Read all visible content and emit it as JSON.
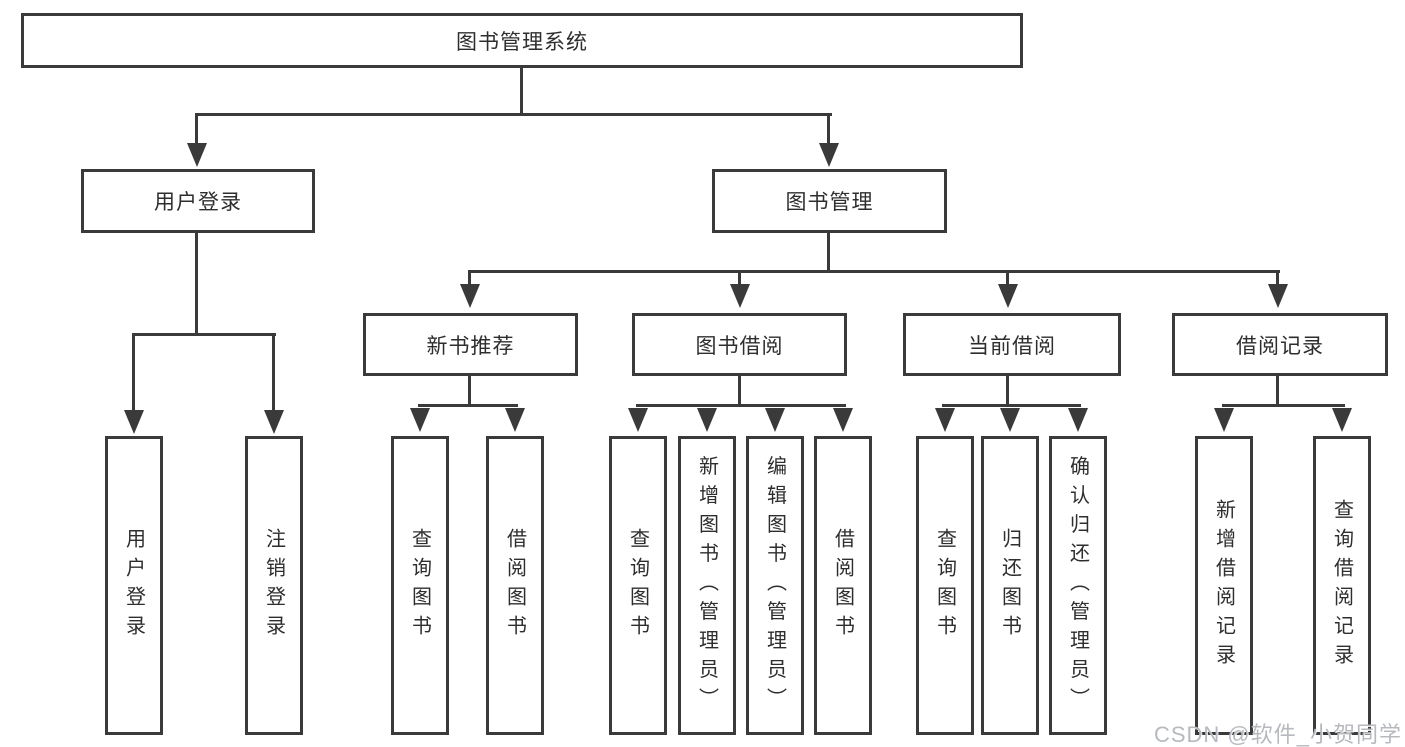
{
  "diagram": {
    "type": "hierarchy-diagram",
    "title": "图书管理系统"
  },
  "tree": {
    "root": {
      "label": "图书管理系统"
    },
    "level2": [
      {
        "label": "用户登录",
        "children": [
          {
            "label": "用户登录"
          },
          {
            "label": "注销登录"
          }
        ]
      },
      {
        "label": "图书管理",
        "children": [
          {
            "label": "新书推荐",
            "children": [
              {
                "label": "查询图书"
              },
              {
                "label": "借阅图书"
              }
            ]
          },
          {
            "label": "图书借阅",
            "children": [
              {
                "label": "查询图书"
              },
              {
                "label": "新增图书（管理员）"
              },
              {
                "label": "编辑图书（管理员）"
              },
              {
                "label": "借阅图书"
              }
            ]
          },
          {
            "label": "当前借阅",
            "children": [
              {
                "label": "查询图书"
              },
              {
                "label": "归还图书"
              },
              {
                "label": "确认归还（管理员）"
              }
            ]
          },
          {
            "label": "借阅记录",
            "children": [
              {
                "label": "新增借阅记录"
              },
              {
                "label": "查询借阅记录"
              }
            ]
          }
        ]
      }
    ]
  },
  "watermark": {
    "text": "CSDN @软件_小贺同学"
  },
  "colors": {
    "line": "#3a3a3a",
    "text": "#2e2e2e",
    "background": "#ffffff",
    "watermark": "#b6babe"
  }
}
